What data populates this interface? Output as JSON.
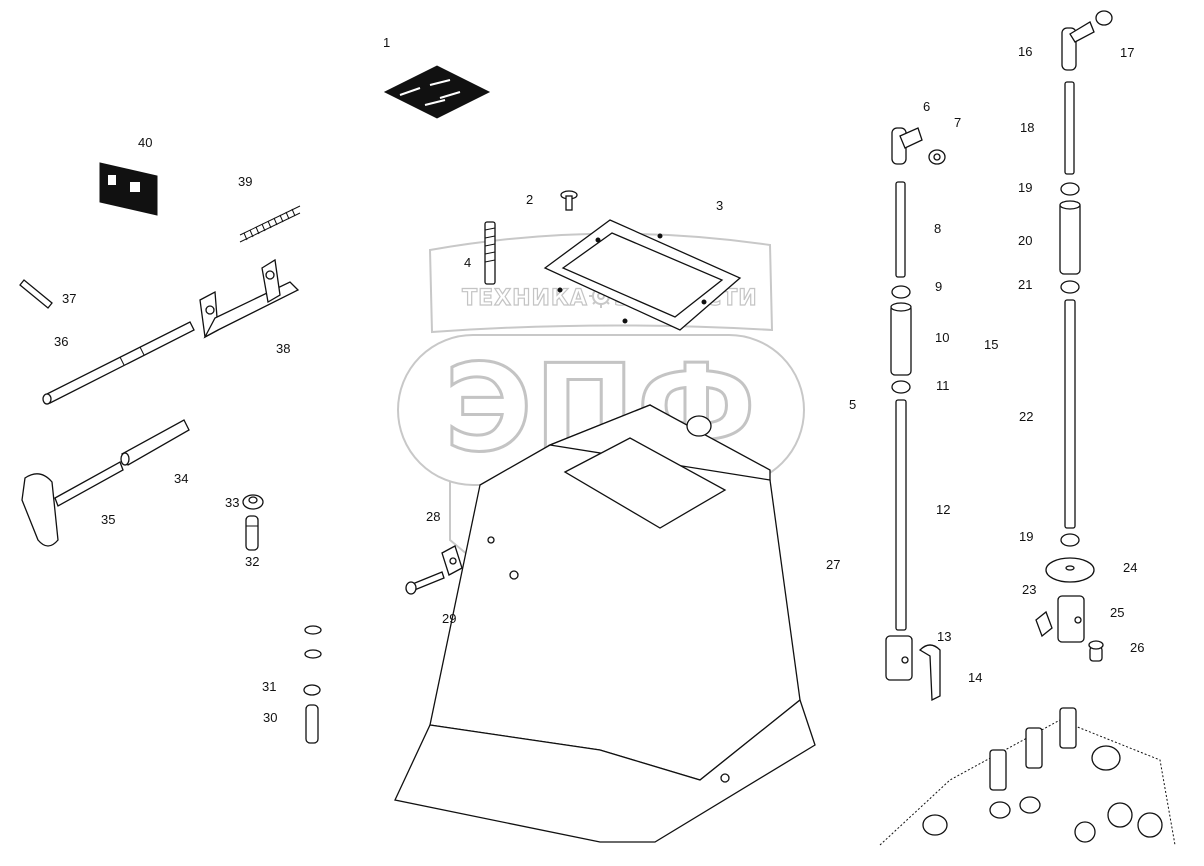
{
  "watermark": {
    "line1": "ТЕХНИКА",
    "line2": "ЗАПЧАСТИ",
    "logo": "ЭПФ",
    "gear_icon": "gear-icon"
  },
  "callouts": [
    {
      "id": "c1",
      "label": "1"
    },
    {
      "id": "c2",
      "label": "2"
    },
    {
      "id": "c3",
      "label": "3"
    },
    {
      "id": "c4",
      "label": "4"
    },
    {
      "id": "c5",
      "label": "5"
    },
    {
      "id": "c6",
      "label": "6"
    },
    {
      "id": "c7",
      "label": "7"
    },
    {
      "id": "c8",
      "label": "8"
    },
    {
      "id": "c9",
      "label": "9"
    },
    {
      "id": "c10",
      "label": "10"
    },
    {
      "id": "c11",
      "label": "11"
    },
    {
      "id": "c12",
      "label": "12"
    },
    {
      "id": "c13",
      "label": "13"
    },
    {
      "id": "c14",
      "label": "14"
    },
    {
      "id": "c15",
      "label": "15"
    },
    {
      "id": "c16",
      "label": "16"
    },
    {
      "id": "c17",
      "label": "17"
    },
    {
      "id": "c18",
      "label": "18"
    },
    {
      "id": "c19a",
      "label": "19"
    },
    {
      "id": "c19b",
      "label": "19"
    },
    {
      "id": "c20",
      "label": "20"
    },
    {
      "id": "c21",
      "label": "21"
    },
    {
      "id": "c22",
      "label": "22"
    },
    {
      "id": "c23",
      "label": "23"
    },
    {
      "id": "c24",
      "label": "24"
    },
    {
      "id": "c25",
      "label": "25"
    },
    {
      "id": "c26",
      "label": "26"
    },
    {
      "id": "c27",
      "label": "27"
    },
    {
      "id": "c28",
      "label": "28"
    },
    {
      "id": "c29",
      "label": "29"
    },
    {
      "id": "c30",
      "label": "30"
    },
    {
      "id": "c31",
      "label": "31"
    },
    {
      "id": "c32",
      "label": "32"
    },
    {
      "id": "c33",
      "label": "33"
    },
    {
      "id": "c34",
      "label": "34"
    },
    {
      "id": "c35",
      "label": "35"
    },
    {
      "id": "c36",
      "label": "36"
    },
    {
      "id": "c37",
      "label": "37"
    },
    {
      "id": "c38",
      "label": "38"
    },
    {
      "id": "c39",
      "label": "39"
    },
    {
      "id": "c40",
      "label": "40"
    }
  ]
}
